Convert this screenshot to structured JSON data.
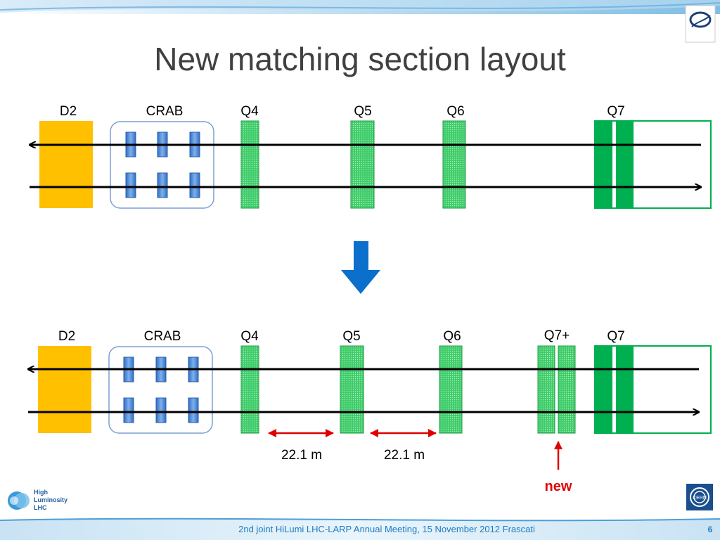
{
  "slide": {
    "title": "New matching section layout",
    "footer": "2nd joint HiLumi LHC-LARP Annual Meeting, 15 November 2012 Frascati",
    "page_number": "6"
  },
  "colors": {
    "d2": "#FFC000",
    "quad": "#2EC55A",
    "q7_solid": "#00B050",
    "crab_cavity": "#4A86D8",
    "arrow_down": "#0B6FCC",
    "distance_arrow": "#E00000",
    "new_label": "#E00000",
    "footer_text": "#1F7BC1"
  },
  "top_layout": {
    "labels": {
      "d2": "D2",
      "crab": "CRAB",
      "q4": "Q4",
      "q5": "Q5",
      "q6": "Q6",
      "q7": "Q7"
    }
  },
  "bottom_layout": {
    "labels": {
      "d2": "D2",
      "crab": "CRAB",
      "q4": "Q4",
      "q5": "Q5",
      "q6": "Q6",
      "q7plus": "Q7+",
      "q7": "Q7"
    },
    "distance_1": "22.1 m",
    "distance_2": "22.1 m",
    "new_label": "new"
  },
  "logos": {
    "hilumi": {
      "line1": "High",
      "line2": "Luminosity",
      "line3": "LHC"
    },
    "cern": "CERN"
  }
}
